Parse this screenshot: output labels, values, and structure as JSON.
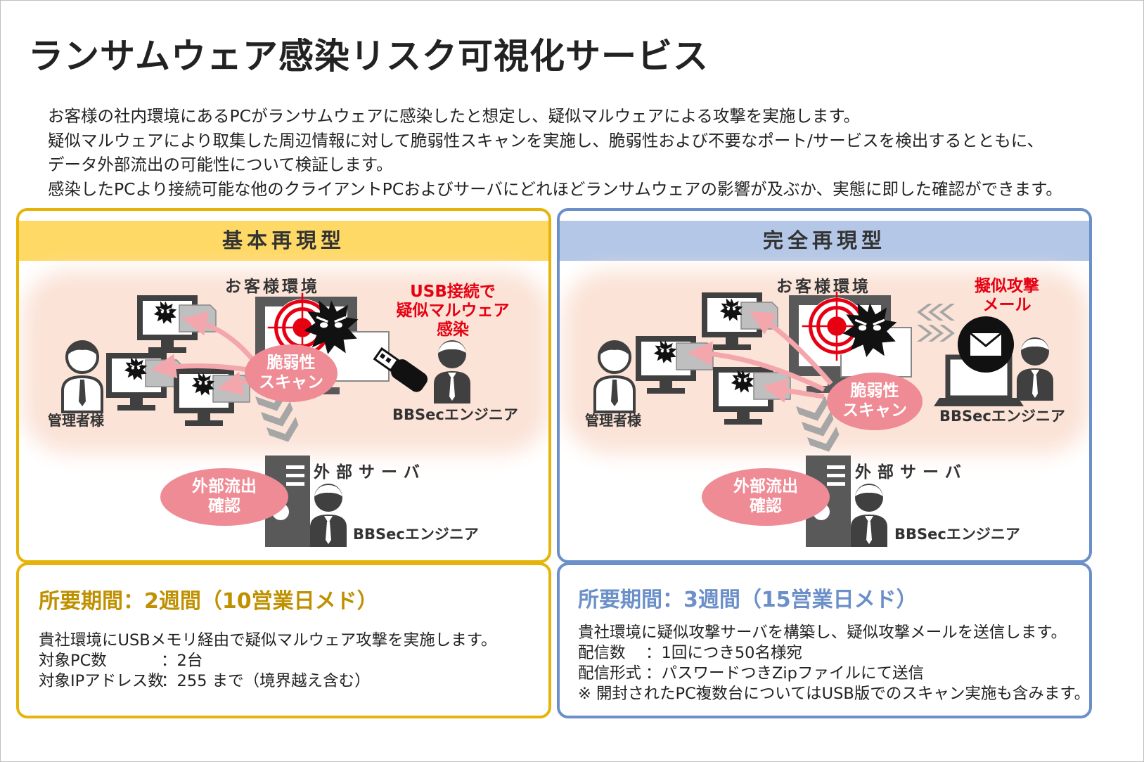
{
  "title": "ランサムウェア感染リスク可視化サービス",
  "intro": [
    "お客様の社内環境にあるPCがランサムウェアに感染したと想定し、疑似マルウェアによる攻撃を実施します。",
    "疑似マルウェアにより取集した周辺情報に対して脆弱性スキャンを実施し、脆弱性および不要なポート/サービスを検出するとともに、",
    "データ外部流出の可能性について検証します。",
    "感染したPCより接続可能な他のクライアントPCおよびサーバにどれほどランサムウェアの影響が及ぶか、実態に即した確認ができます。"
  ],
  "colors": {
    "yellow": "#e6b409",
    "yellow_fill": "#ffd966",
    "blue": "#6b8fc8",
    "blue_fill": "#b4c7e7",
    "red": "#e60012",
    "pink": "#ef8b95"
  },
  "basic": {
    "heading": "基本再現型",
    "customer_env": "お客様環境",
    "attack_l1": "USB接続で",
    "attack_l2": "疑似マルウェア",
    "attack_l3": "感染",
    "scan_l1": "脆弱性",
    "scan_l2": "スキャン",
    "admin": "管理者様",
    "engineer": "BBSecエンジニア",
    "server": "外部サーバ",
    "exfil_l1": "外部流出",
    "exfil_l2": "確認",
    "server_engineer": "BBSecエンジニア",
    "period": "所要期間：2週間（10営業日メド）",
    "desc": "貴社環境にUSBメモリ経由で疑似マルウェア攻撃を実施します。",
    "r1_label": "対象PC数",
    "r1_value": "：2台",
    "r2_label": "対象IPアドレス数",
    "r2_value": "：255 まで（境界越え含む）"
  },
  "full": {
    "heading": "完全再現型",
    "customer_env": "お客様環境",
    "attack_l1": "擬似攻撃",
    "attack_l2": "メール",
    "scan_l1": "脆弱性",
    "scan_l2": "スキャン",
    "admin": "管理者様",
    "engineer": "BBSecエンジニア",
    "server": "外部サーバ",
    "exfil_l1": "外部流出",
    "exfil_l2": "確認",
    "server_engineer": "BBSecエンジニア",
    "period": "所要期間：3週間（15営業日メド）",
    "desc": "貴社環境に疑似攻撃サーバを構築し、疑似攻撃メールを送信します。",
    "r1_label": "配信数",
    "r1_value": "：1回につき50名様宛",
    "r2_label": "配信形式",
    "r2_value": "：パスワードつきZipファイルにて送信",
    "note": "※ 開封されたPC複数台についてはUSB版でのスキャン実施も含みます。"
  }
}
